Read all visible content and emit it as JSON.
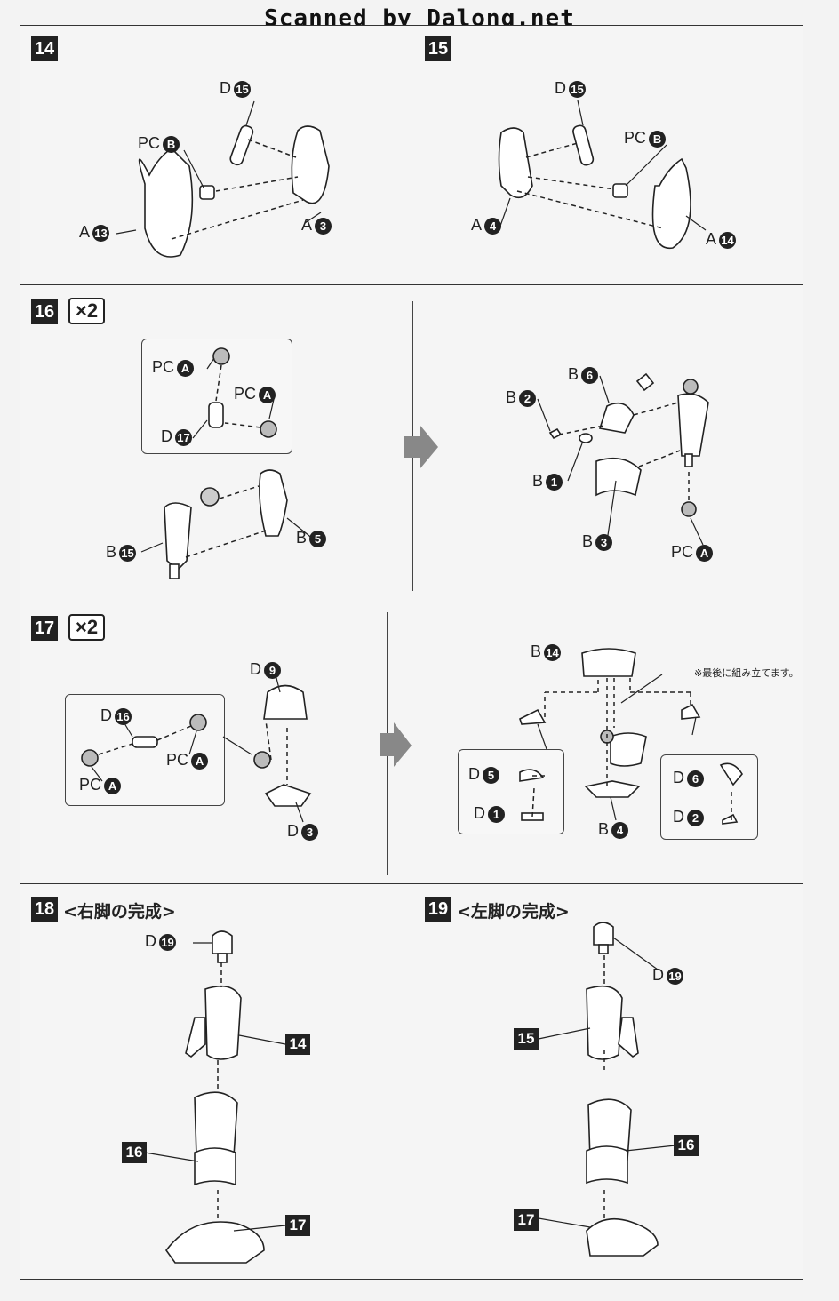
{
  "watermark": "Scanned by Dalong.net",
  "steps": {
    "s14": {
      "num": "14",
      "labels": [
        {
          "prefix": "D",
          "num": "15"
        },
        {
          "prefix": "PC",
          "num": "B"
        },
        {
          "prefix": "A",
          "num": "13"
        },
        {
          "prefix": "A",
          "num": "3"
        }
      ]
    },
    "s15": {
      "num": "15",
      "labels": [
        {
          "prefix": "D",
          "num": "15"
        },
        {
          "prefix": "PC",
          "num": "B"
        },
        {
          "prefix": "A",
          "num": "4"
        },
        {
          "prefix": "A",
          "num": "14"
        }
      ]
    },
    "s16": {
      "num": "16",
      "mult": "×2",
      "labels": [
        {
          "prefix": "PC",
          "num": "A"
        },
        {
          "prefix": "PC",
          "num": "A"
        },
        {
          "prefix": "D",
          "num": "17"
        },
        {
          "prefix": "B",
          "num": "15"
        },
        {
          "prefix": "B",
          "num": "5"
        },
        {
          "prefix": "B",
          "num": "6"
        },
        {
          "prefix": "B",
          "num": "2"
        },
        {
          "prefix": "B",
          "num": "1"
        },
        {
          "prefix": "B",
          "num": "3"
        },
        {
          "prefix": "PC",
          "num": "A"
        }
      ]
    },
    "s17": {
      "num": "17",
      "mult": "×2",
      "note": "※最後に組み立てます。",
      "labels": [
        {
          "prefix": "D",
          "num": "9"
        },
        {
          "prefix": "D",
          "num": "16"
        },
        {
          "prefix": "PC",
          "num": "A"
        },
        {
          "prefix": "PC",
          "num": "A"
        },
        {
          "prefix": "D",
          "num": "3"
        },
        {
          "prefix": "B",
          "num": "14"
        },
        {
          "prefix": "D",
          "num": "5"
        },
        {
          "prefix": "D",
          "num": "1"
        },
        {
          "prefix": "B",
          "num": "4"
        },
        {
          "prefix": "D",
          "num": "6"
        },
        {
          "prefix": "D",
          "num": "2"
        }
      ]
    },
    "s18": {
      "num": "18",
      "title": "<右脚の完成>",
      "labels": [
        {
          "prefix": "D",
          "num": "19"
        }
      ],
      "badges": [
        "14",
        "16",
        "17"
      ]
    },
    "s19": {
      "num": "19",
      "title": "<左脚の完成>",
      "labels": [
        {
          "prefix": "D",
          "num": "19"
        }
      ],
      "badges": [
        "15",
        "16",
        "17"
      ]
    }
  }
}
